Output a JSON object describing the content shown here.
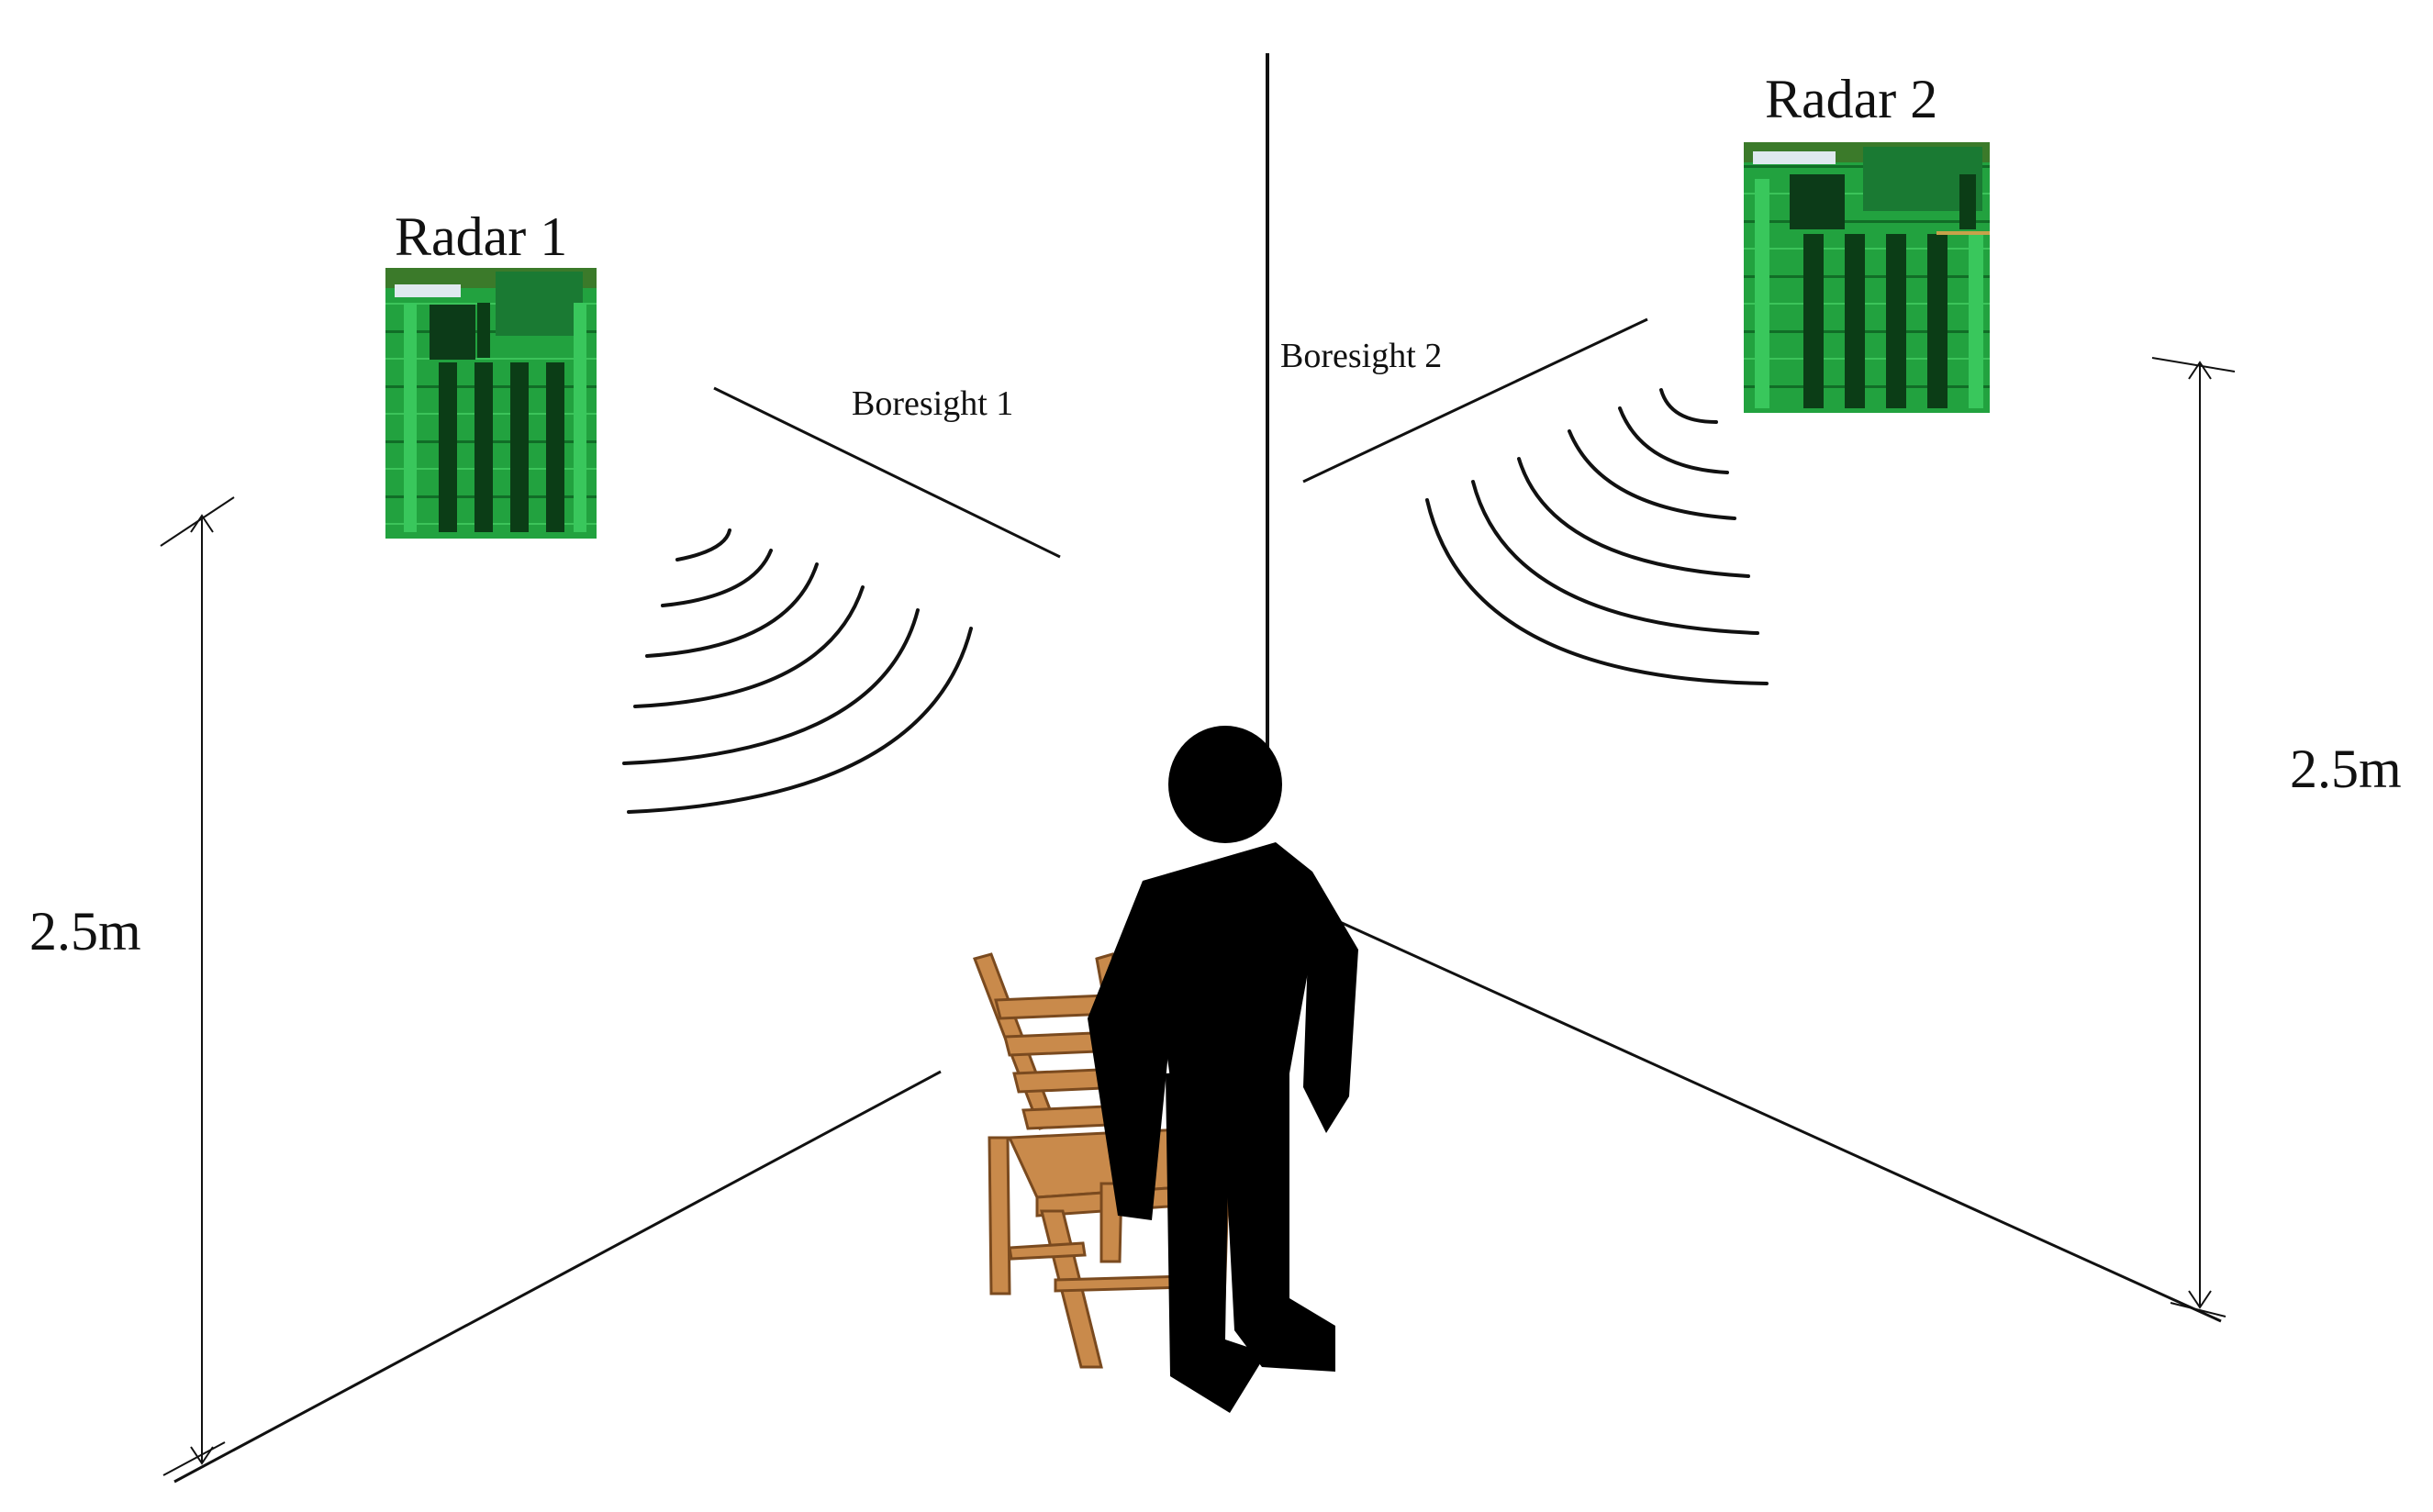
{
  "radars": [
    {
      "title": "Radar 1"
    },
    {
      "title": "Radar 2"
    }
  ],
  "boresights": [
    {
      "label": "Boresight 1"
    },
    {
      "label": "Boresight 2"
    }
  ],
  "heights": [
    {
      "label": "2.5m"
    },
    {
      "label": "2.5m"
    }
  ],
  "colors": {
    "pcb_green": "#1f9a3a",
    "pcb_dark": "#0b3d16",
    "chair_wood": "#c98a4b",
    "person": "#000000"
  }
}
